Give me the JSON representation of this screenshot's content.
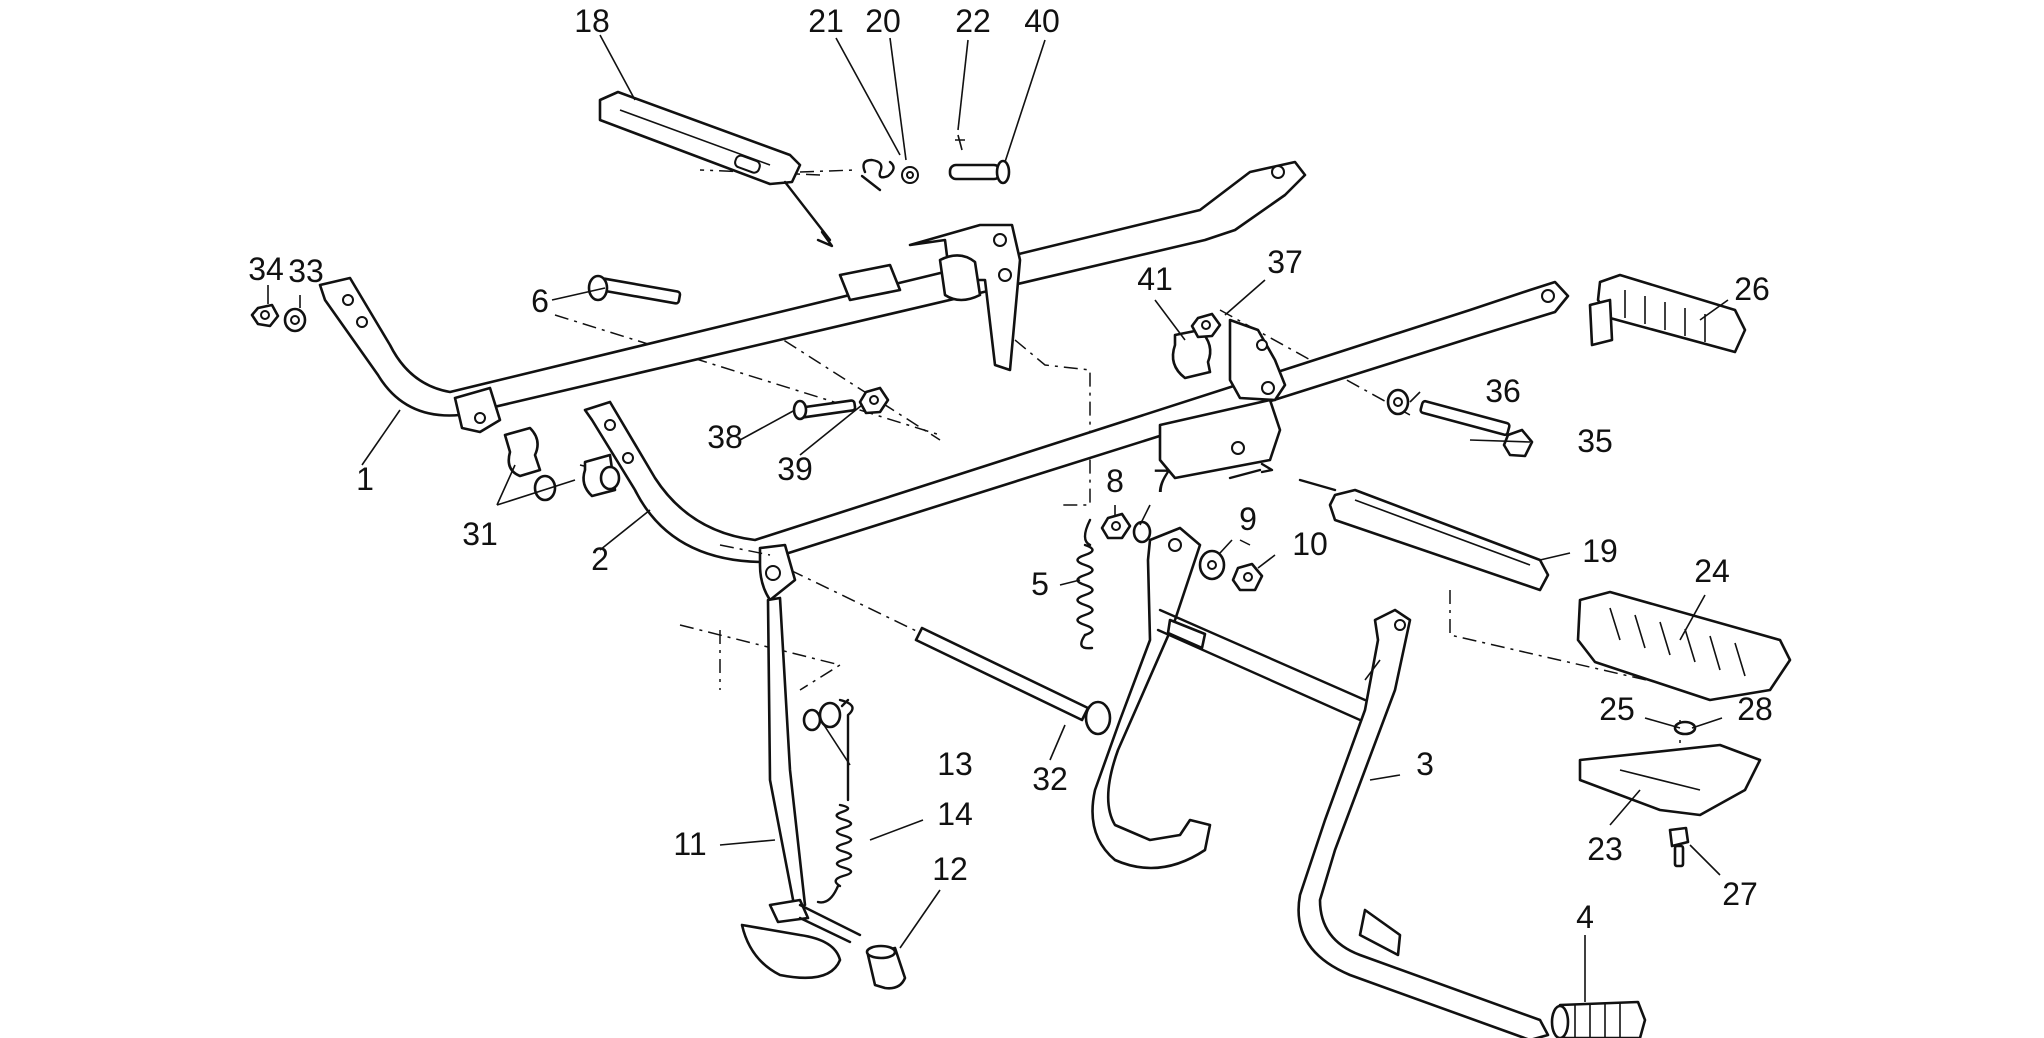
{
  "diagram": {
    "callouts": {
      "1": "1",
      "2": "2",
      "3": "3",
      "4": "4",
      "5": "5",
      "6": "6",
      "7": "7",
      "8": "8",
      "9": "9",
      "10": "10",
      "11": "11",
      "12": "12",
      "13": "13",
      "14": "14",
      "18": "18",
      "19": "19",
      "20": "20",
      "21": "21",
      "22": "22",
      "23": "23",
      "24": "24",
      "25": "25",
      "26": "26",
      "27": "27",
      "28": "28",
      "31": "31",
      "32": "32",
      "33": "33",
      "34": "34",
      "35": "35",
      "36": "36",
      "37": "37",
      "38": "38",
      "39": "39",
      "40": "40",
      "41": "41"
    }
  }
}
